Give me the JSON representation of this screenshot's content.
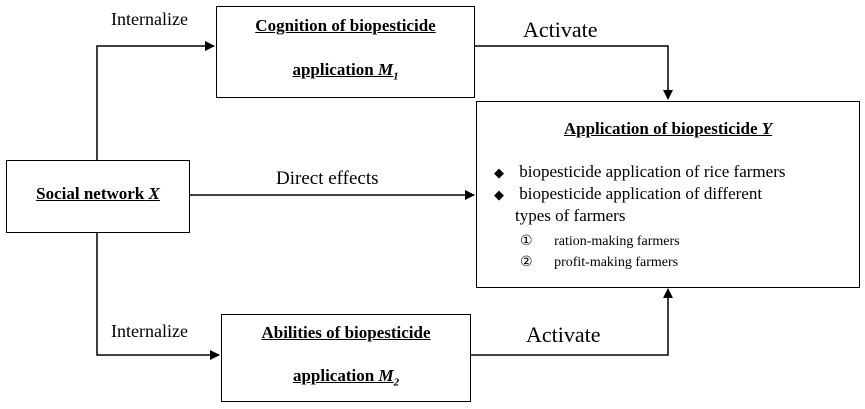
{
  "nodes": {
    "social": {
      "label": "Social network",
      "var": "X"
    },
    "cognition": {
      "line1": "Cognition of biopesticide",
      "line2": "application",
      "var": "M",
      "sub": "1"
    },
    "abilities": {
      "line1": "Abilities of biopesticide",
      "line2": "application",
      "var": "M",
      "sub": "2"
    },
    "application": {
      "title": "Application of biopesticide",
      "var": "Y",
      "bullet_symbol": "◆",
      "bullets": [
        "biopesticide application of rice farmers",
        "biopesticide application of different",
        "types of farmers"
      ],
      "sub_items": [
        {
          "marker": "①",
          "text": "ration-making farmers"
        },
        {
          "marker": "②",
          "text": "profit-making farmers"
        }
      ]
    }
  },
  "edges": {
    "internalize_top": "Internalize",
    "internalize_bottom": "Internalize",
    "activate_top": "Activate",
    "activate_bottom": "Activate",
    "direct": "Direct effects"
  }
}
